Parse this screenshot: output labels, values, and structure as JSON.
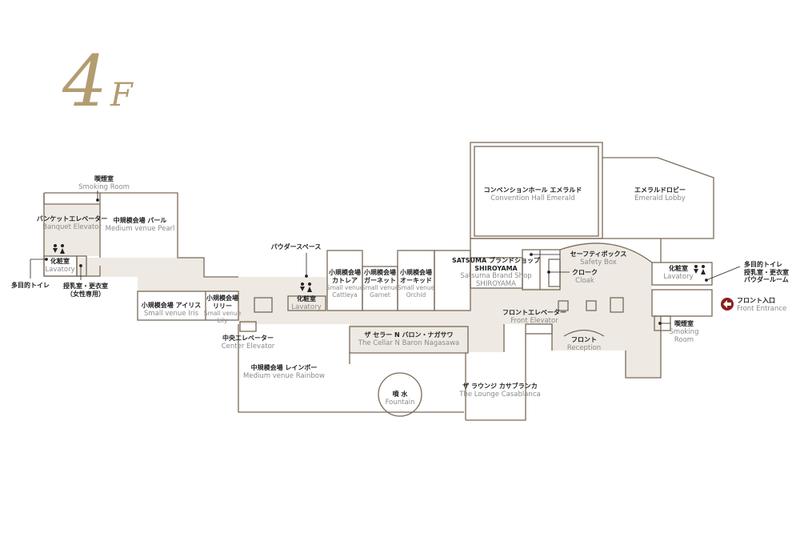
{
  "floor": {
    "number": "4",
    "letter": "F"
  },
  "colors": {
    "wall": "#7a6a58",
    "corridor": "#eeeae3",
    "title": "#b39c70",
    "entrance_arrow": "#8b1e1e"
  },
  "labels": {
    "smoking_left": {
      "jp": "喫煙室",
      "en": "Smoking Room"
    },
    "banquet_elevator": {
      "jp": "バンケットエレベーター",
      "en": "Banquet Elevator"
    },
    "pearl": {
      "jp": "中規模会場 パール",
      "en": "Medium venue Pearl"
    },
    "lavatory_left": {
      "jp": "化粧室",
      "en": "Lavatory"
    },
    "multi_toilet_left": {
      "jp": "多目的トイレ"
    },
    "nursing_left": {
      "jp": "授乳室・更衣室",
      "jp2": "（女性専用）"
    },
    "iris": {
      "jp": "小規模会場 アイリス",
      "en": "Small venue Iris"
    },
    "lily": {
      "jp": "小規模会場",
      "jp2": "リリー",
      "en": "Small venue",
      "en2": "Lily"
    },
    "center_elevator": {
      "jp": "中央エレベーター",
      "en": "Center Elevator"
    },
    "rainbow": {
      "jp": "中規模会場 レインボー",
      "en": "Medium venue Rainbow"
    },
    "powder_space": {
      "jp": "パウダースペース"
    },
    "lavatory_mid": {
      "jp": "化粧室",
      "en": "Lavatory"
    },
    "cattleya": {
      "jp": "小規模会場",
      "jp2": "カトレア",
      "en": "Small venue",
      "en2": "Cattleya"
    },
    "garnet": {
      "jp": "小規模会場",
      "jp2": "ガーネット",
      "en": "Small venue",
      "en2": "Garnet"
    },
    "orchid": {
      "jp": "小規模会場",
      "jp2": "オーキッド",
      "en": "Small venue",
      "en2": "Orchid"
    },
    "satsuma": {
      "jp": "SATSUMA ブランドショップ",
      "jp2": "SHIROYAMA",
      "en": "Satsuma Brand Shop",
      "en2": "SHIROYAMA"
    },
    "safety_box": {
      "jp": "セーフティボックス",
      "en": "Safety Box"
    },
    "cloak": {
      "jp": "クローク",
      "en": "Cloak"
    },
    "front_elevator": {
      "jp": "フロントエレベーター",
      "en": "Front Elevator"
    },
    "reception": {
      "jp": "フロント",
      "en": "Reception"
    },
    "cellar": {
      "jp": "ザ セラー N バロン・ナガサワ",
      "en": "The Cellar N  Baron Nagasawa"
    },
    "fountain": {
      "jp": "噴 水",
      "en": "Fountain"
    },
    "lounge": {
      "jp": "ザ ラウンジ カサブランカ",
      "en": "The Lounge Casablanca"
    },
    "convention": {
      "jp": "コンベンションホール エメラルド",
      "en": "Convention Hall Emerald"
    },
    "emerald_lobby": {
      "jp": "エメラルドロビー",
      "en": "Emerald Lobby"
    },
    "lavatory_right": {
      "jp": "化粧室",
      "en": "Lavatory"
    },
    "multi_right": {
      "jp": "多目的トイレ",
      "jp2": "授乳室・更衣室",
      "jp3": "パウダールーム"
    },
    "front_entrance": {
      "jp": "フロント入口",
      "en": "Front Entrance"
    },
    "smoking_right": {
      "jp": "喫煙室",
      "en": "Smoking",
      "en2": "Room"
    }
  }
}
